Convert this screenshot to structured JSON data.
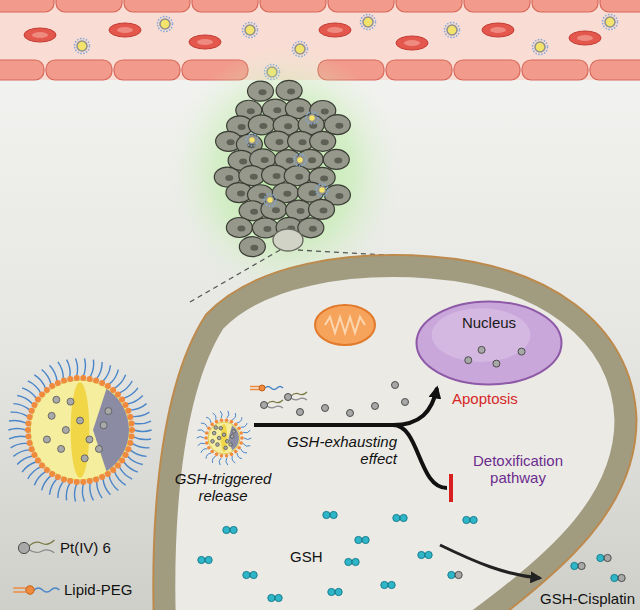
{
  "diagram": {
    "nodes": [
      {
        "text": [
          "Nucleus"
        ]
      }
    ],
    "labels": [
      "Apoptosis",
      "GSH-exhausting effect",
      "GSH-triggered release",
      "Detoxification pathway",
      "GSH",
      "GSH-Cisplatin"
    ],
    "legend": [
      {
        "text": "Pt(IV) 6"
      },
      {
        "text": "Lipid-PEG"
      }
    ]
  }
}
